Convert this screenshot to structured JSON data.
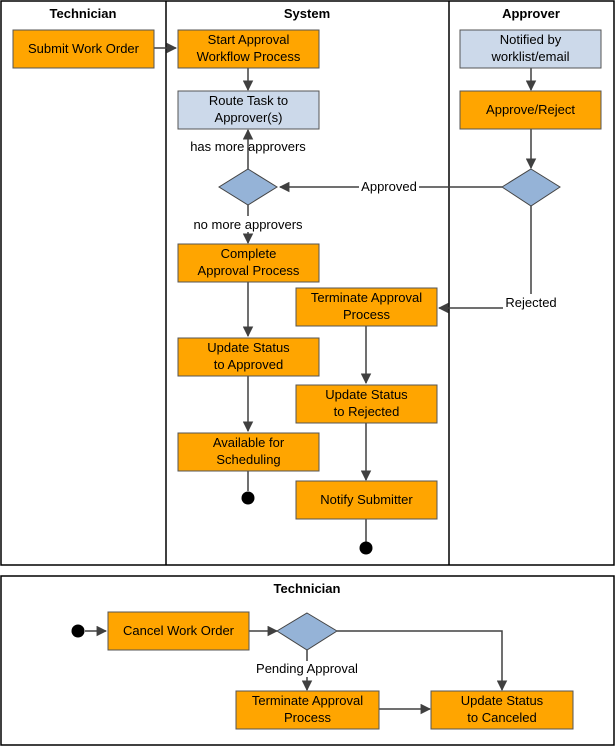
{
  "lanes": {
    "technician": "Technician",
    "system": "System",
    "approver": "Approver",
    "technician_cancel": "Technician"
  },
  "nodes": {
    "submit_work_order": [
      "Submit Work Order"
    ],
    "start_approval": [
      "Start Approval",
      "Workflow Process"
    ],
    "route_task": [
      "Route Task to",
      "Approver(s)"
    ],
    "notified": [
      "Notified by",
      "worklist/email"
    ],
    "approve_reject": [
      "Approve/Reject"
    ],
    "complete_approval": [
      "Complete",
      "Approval Process"
    ],
    "terminate_approval": [
      "Terminate Approval",
      "Process"
    ],
    "update_approved": [
      "Update Status",
      "to Approved"
    ],
    "update_rejected": [
      "Update Status",
      "to Rejected"
    ],
    "available_scheduling": [
      "Available for",
      "Scheduling"
    ],
    "notify_submitter": [
      "Notify Submitter"
    ],
    "cancel_work_order": [
      "Cancel Work Order"
    ],
    "terminate_approval_2": [
      "Terminate Approval",
      "Process"
    ],
    "update_canceled": [
      "Update Status",
      "to Canceled"
    ]
  },
  "edge_labels": {
    "has_more": "has more approvers",
    "no_more": "no more approvers",
    "approved": "Approved",
    "rejected": "Rejected",
    "pending": "Pending Approval"
  },
  "colors": {
    "task_fill": "#ffa500",
    "notify_fill": "#ccd9ea",
    "decision_fill": "#95b3d7"
  }
}
